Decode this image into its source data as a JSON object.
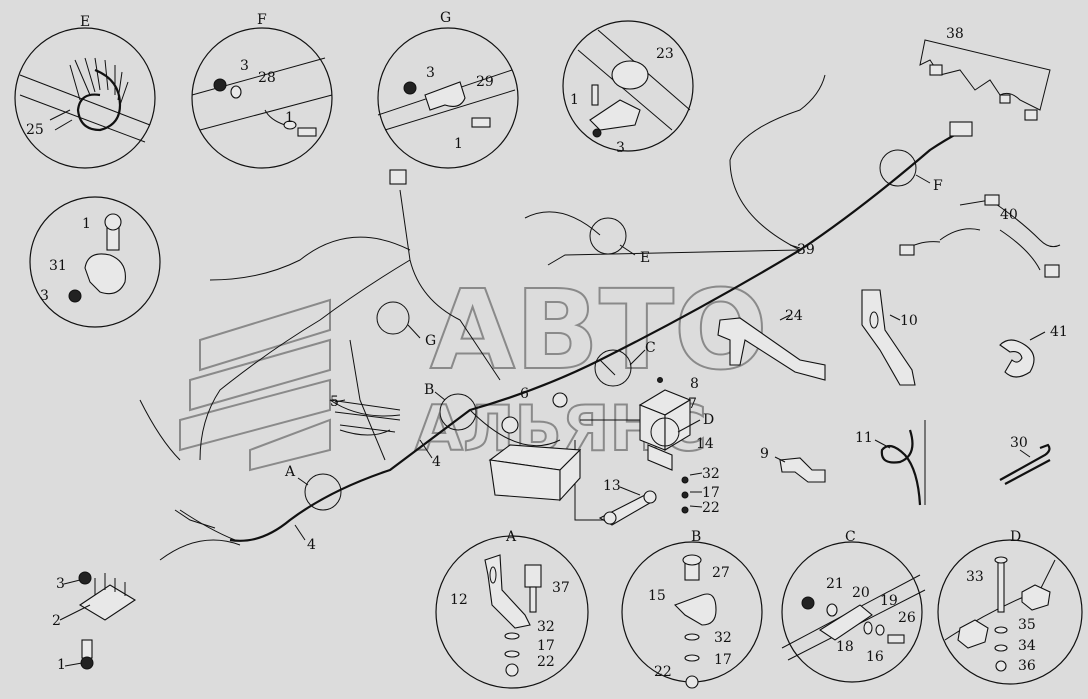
{
  "watermark": {
    "line1": "АВТО",
    "line2": "АЛЬЯНС"
  },
  "detail_letters": [
    "E",
    "F",
    "G",
    "A",
    "B",
    "C",
    "D"
  ],
  "part_numbers": {
    "detE": [
      "25"
    ],
    "detF": [
      "3",
      "28",
      "1"
    ],
    "detG": [
      "3",
      "29",
      "1"
    ],
    "det23": [
      "23",
      "1",
      "3"
    ],
    "detClip": [
      "1",
      "31",
      "3"
    ],
    "main": [
      "38",
      "39",
      "40",
      "24",
      "10",
      "41",
      "5",
      "6",
      "8",
      "7",
      "14",
      "9",
      "11",
      "30",
      "13",
      "32",
      "17",
      "22",
      "4",
      "4",
      "2",
      "3",
      "1"
    ],
    "detA": [
      "12",
      "37",
      "32",
      "17",
      "22"
    ],
    "detB": [
      "27",
      "15",
      "32",
      "17",
      "22"
    ],
    "detC": [
      "21",
      "20",
      "19",
      "26",
      "18",
      "16"
    ],
    "detD": [
      "33",
      "35",
      "34",
      "36"
    ]
  },
  "callout_letters_main": [
    "F",
    "E",
    "G",
    "C",
    "B",
    "A",
    "D"
  ]
}
